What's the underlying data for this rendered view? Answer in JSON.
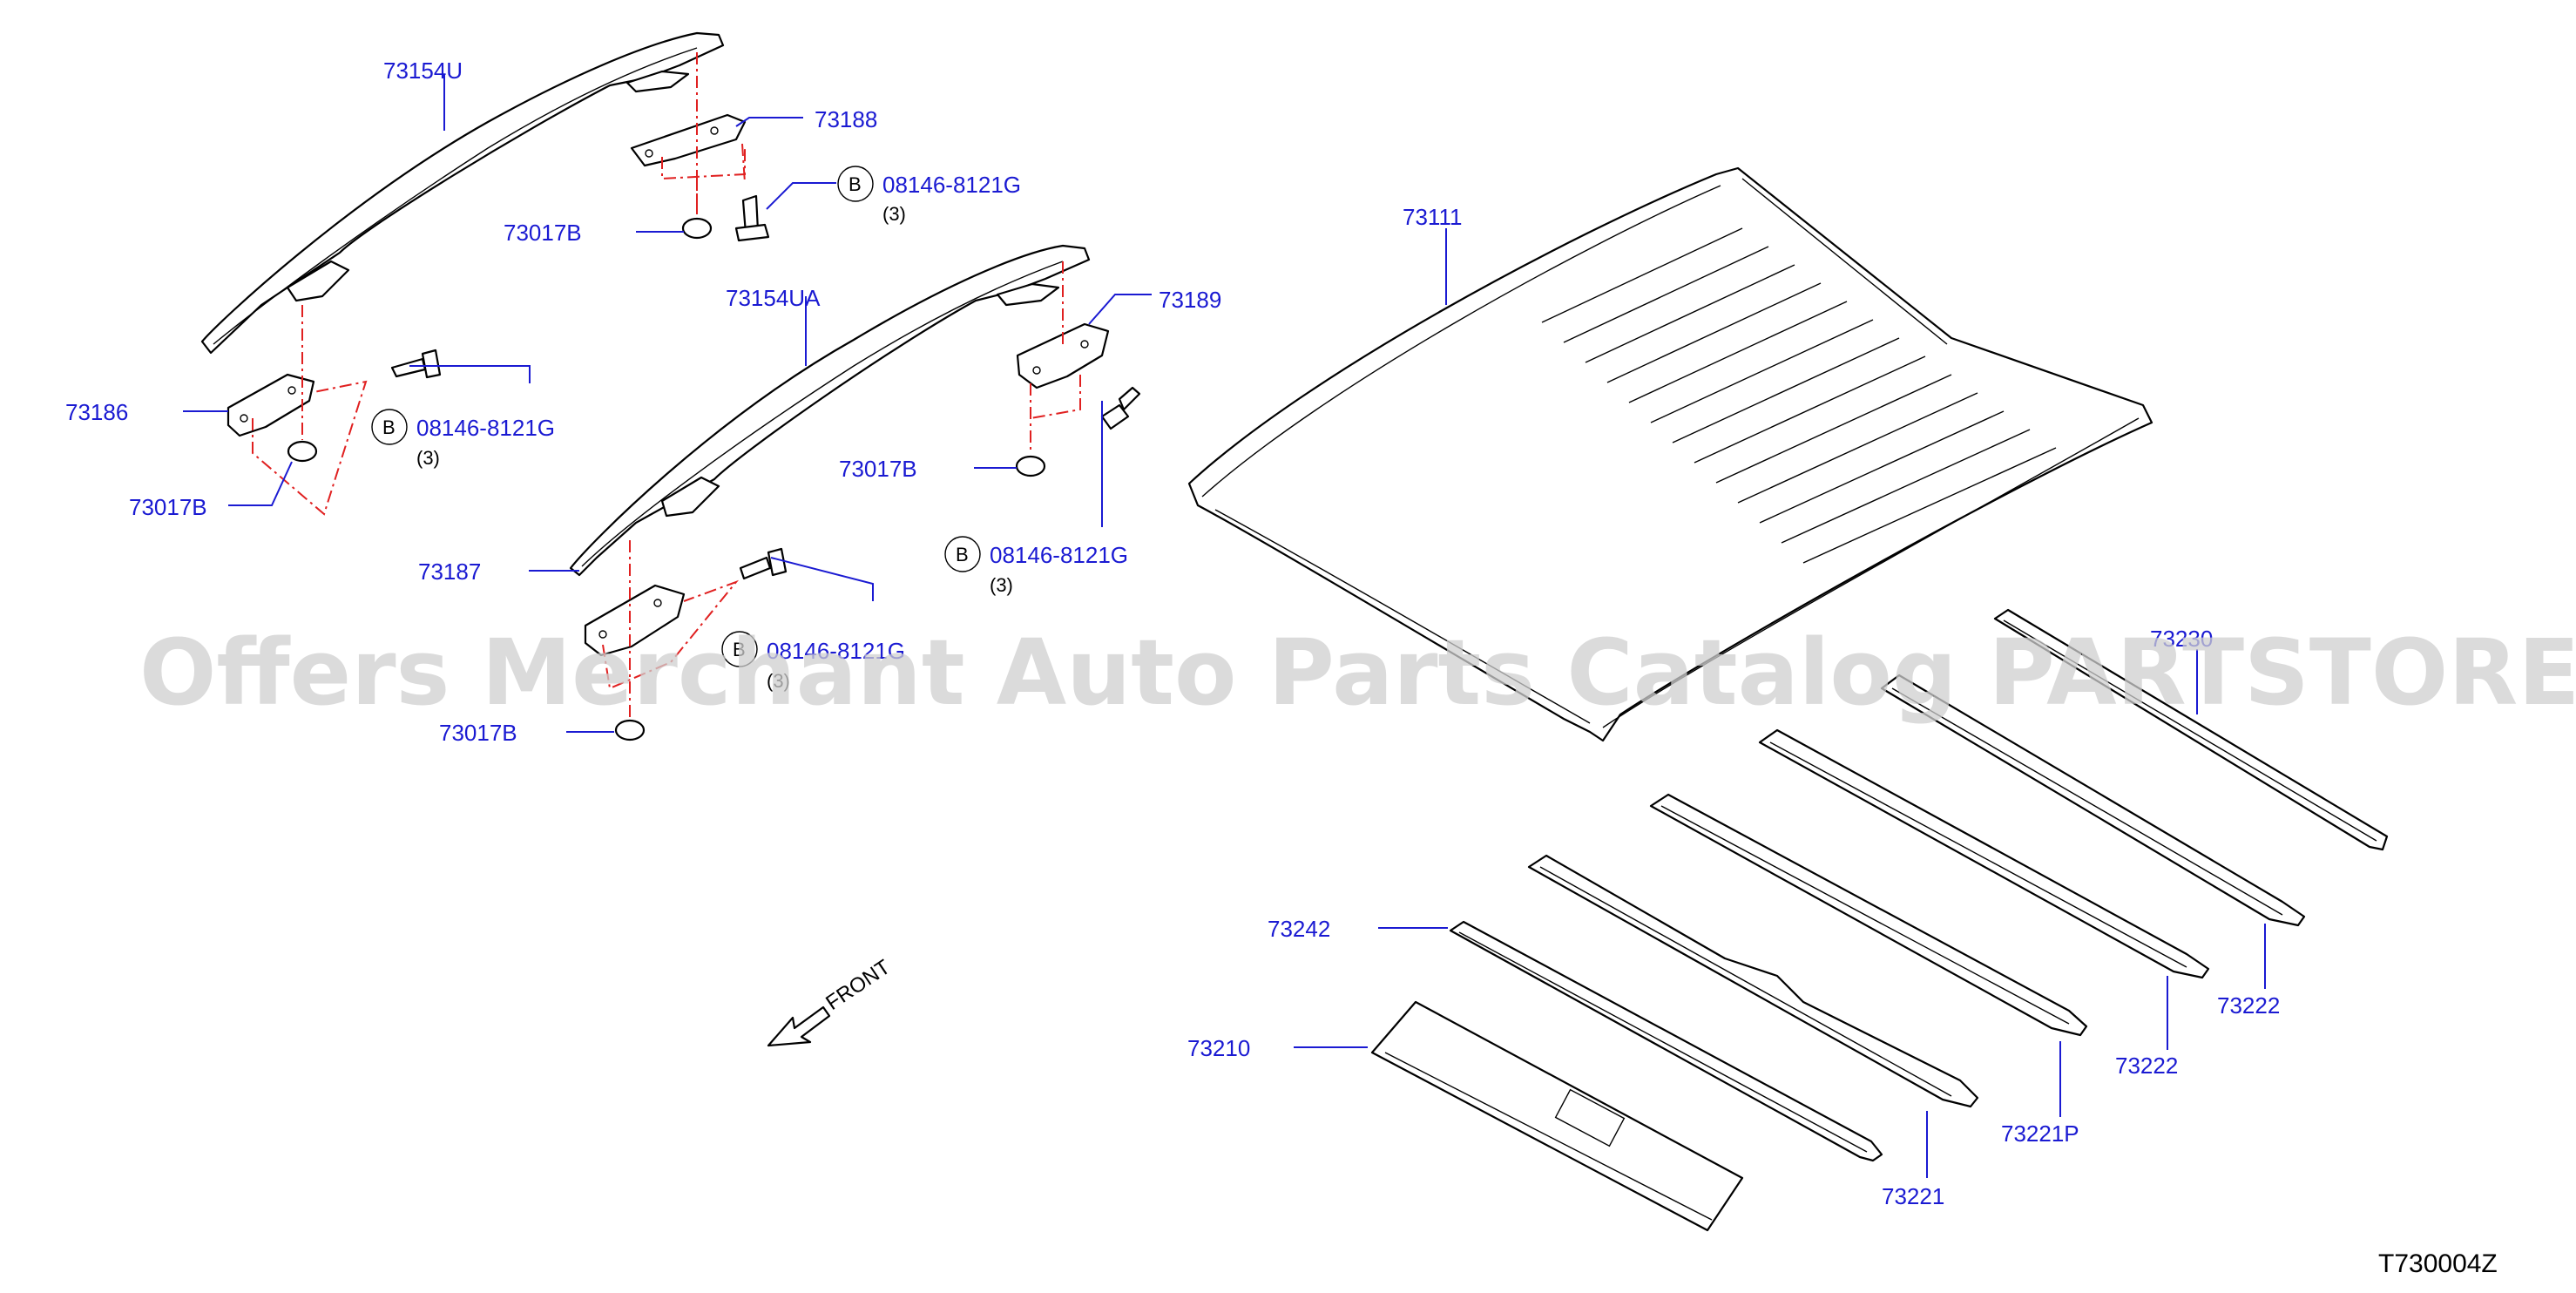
{
  "parts": {
    "rail_rh": "73154U",
    "rail_lh": "73154UA",
    "bracket_73188": "73188",
    "bracket_73189": "73189",
    "bracket_73186": "73186",
    "bracket_73187": "73187",
    "nut": "73017B",
    "bolt": "08146-8121G",
    "bolt_qty": "(3)",
    "bolt_badge": "B",
    "roof_panel": "73111",
    "bow_73242": "73242",
    "rail_73210": "73210",
    "bow_73221": "73221",
    "bow_73221p": "73221P",
    "bow_73222": "73222",
    "bow_73230": "73230"
  },
  "front_label": "FRONT",
  "watermark": "Offers Merchant Auto Parts Catalog PARTSTORE.SA",
  "diagram_code": "T730004Z"
}
